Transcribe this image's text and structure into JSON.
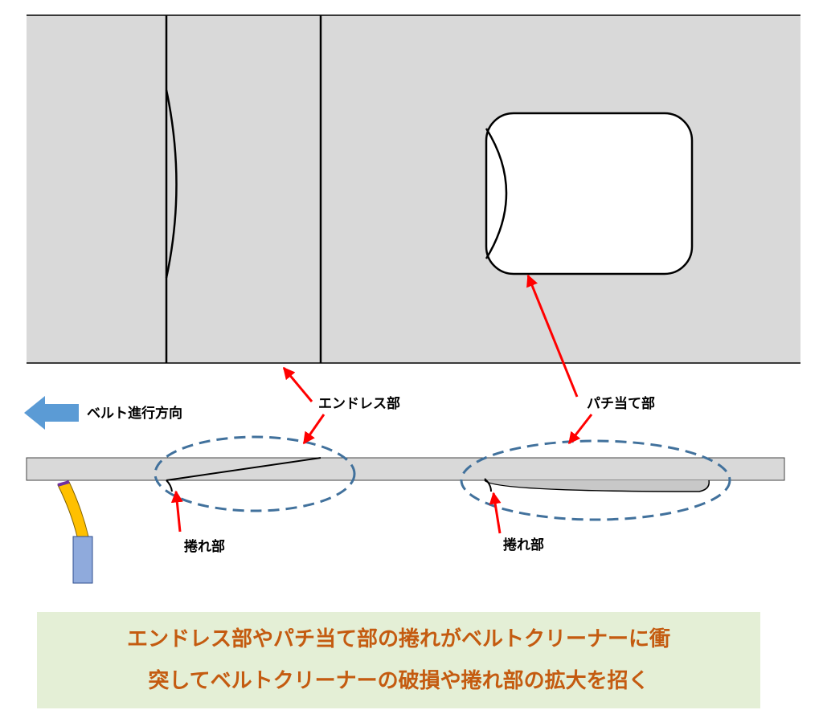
{
  "labels": {
    "belt_direction": "ベルト進行方向",
    "endless_part": "エンドレス部",
    "patch_part": "パチ当て部",
    "curl_part_left": "捲れ部",
    "curl_part_right": "捲れ部"
  },
  "caption": {
    "line1": "エンドレス部やパチ当て部の捲れがベルトクリーナーに衝",
    "line2": "突してベルトクリーナーの破損や捲れ部の拡大を招く"
  },
  "colors": {
    "belt_fill": "#d9d9d9",
    "arrow_red": "#ff0000",
    "dashed_ellipse": "#41719c",
    "direction_arrow": "#5b9bd5",
    "cleaner_blade": "#ffc000",
    "cleaner_body": "#8faadc",
    "caption_bg": "#e4efd6",
    "caption_text": "#c45b10"
  }
}
